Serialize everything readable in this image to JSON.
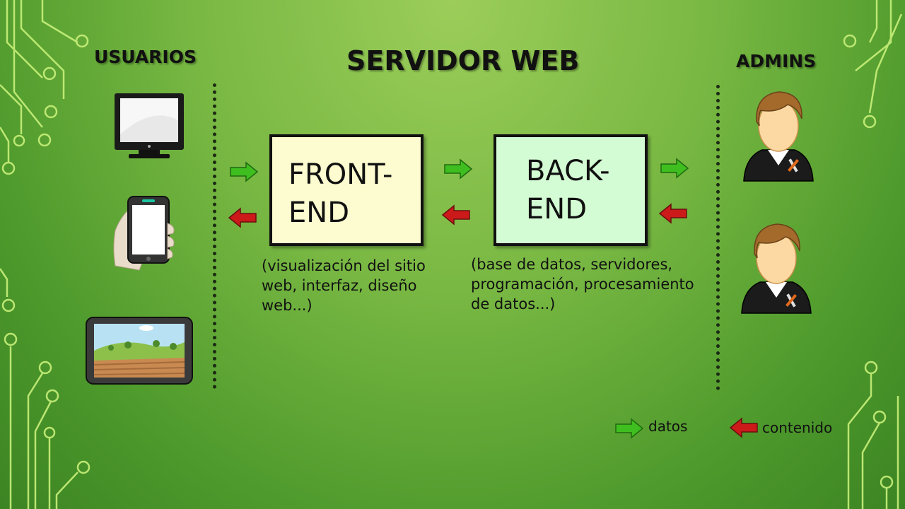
{
  "headings": {
    "users": "USUARIOS",
    "server": "SERVIDOR WEB",
    "admins": "ADMINS"
  },
  "frontend": {
    "line1": "FRONT-",
    "line2": "END",
    "desc_lines": [
      "(visualización del sitio",
      "web, interfaz, diseño",
      "web...)"
    ]
  },
  "backend": {
    "line1": "BACK-",
    "line2": "END",
    "desc_lines": [
      "(base de datos, servidores,",
      "programación, procesamiento",
      "de datos...)"
    ]
  },
  "legend": {
    "data": "datos",
    "content": "contenido"
  },
  "colors": {
    "data_arrow": "#3fbf1f",
    "content_arrow": "#cc1a1a",
    "frontend_fill": "#fdfbd0",
    "backend_fill": "#d4fcd4"
  },
  "icons": {
    "users": [
      "desktop-monitor-icon",
      "smartphone-in-hand-icon",
      "tablet-landscape-icon"
    ],
    "admins": [
      "admin-person-icon",
      "admin-person-icon"
    ]
  }
}
